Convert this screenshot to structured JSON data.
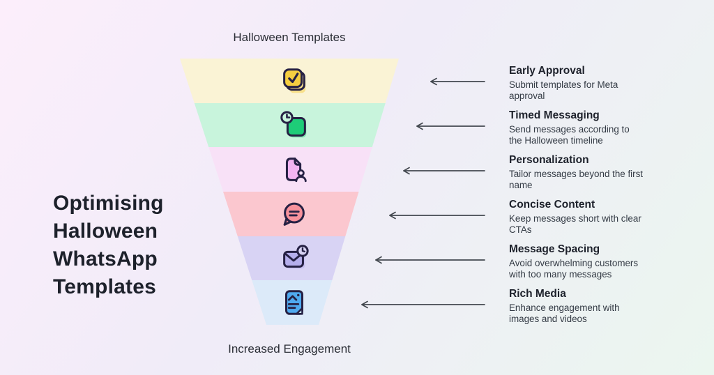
{
  "page": {
    "title": "Optimising Halloween WhatsApp Templates",
    "funnel_top_label": "Halloween Templates",
    "funnel_bottom_label": "Increased Engagement"
  },
  "stages": [
    {
      "heading": "Early Approval",
      "body": "Submit templates for Meta approval",
      "band_color": "#FAF3D5",
      "icon": "approved-templates-icon",
      "icon_color": "#F5CE41"
    },
    {
      "heading": "Timed Messaging",
      "body": "Send messages according to the Halloween timeline",
      "band_color": "#C8F4DC",
      "icon": "timed-square-icon",
      "icon_color": "#1ECC78"
    },
    {
      "heading": "Personalization",
      "body": "Tailor messages beyond the first name",
      "band_color": "#F8E1F7",
      "icon": "user-document-icon",
      "icon_color": "#F2B4F2"
    },
    {
      "heading": "Concise Content",
      "body": "Keep messages short with clear CTAs",
      "band_color": "#FBC7CF",
      "icon": "chat-bubble-icon",
      "icon_color": "#F8929C"
    },
    {
      "heading": "Message Spacing",
      "body": "Avoid overwhelming customers with too many messages",
      "band_color": "#D8D3F4",
      "icon": "mail-clock-icon",
      "icon_color": "#B5AEEC"
    },
    {
      "heading": "Rich Media",
      "body": "Enhance engagement with images and videos",
      "band_color": "#DCEAF9",
      "icon": "media-document-icon",
      "icon_color": "#4FA9EF"
    }
  ],
  "colors": {
    "background_start": "#FCEEFB",
    "background_mid": "#F0ECF8",
    "background_end": "#EBF6EF",
    "heading_text": "#1D212B",
    "body_text": "#343B45",
    "label_text": "#2A2D35",
    "arrow": "#43484F",
    "icon_stroke": "#262144",
    "media_fold": "#C9E3FA"
  }
}
